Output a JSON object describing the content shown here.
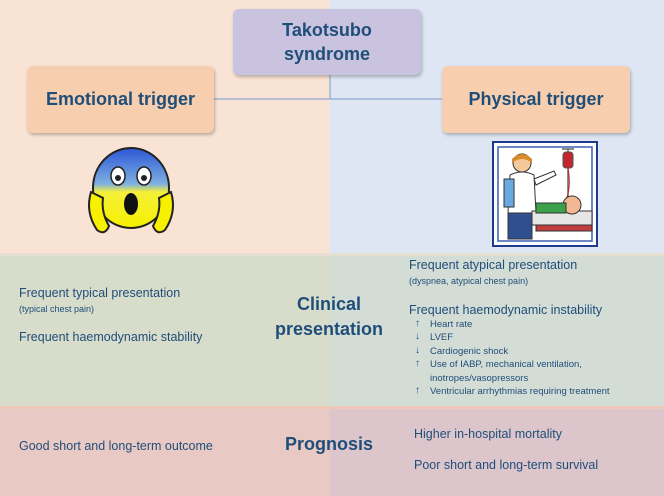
{
  "title": "Takotsubo syndrome",
  "triggers": {
    "emotional": "Emotional trigger",
    "physical": "Physical trigger"
  },
  "emotional_icon": "screaming-face-icon",
  "physical_icon": "nurse-patient-iv-icon",
  "clinical": {
    "label_line1": "Clinical",
    "label_line2": "presentation",
    "left": {
      "typical": "Frequent typical presentation",
      "typical_note": "(typical chest pain)",
      "stability": "Frequent haemodynamic stability"
    },
    "right": {
      "atypical": "Frequent atypical presentation",
      "atypical_note": "(dyspnea, atypical chest pain)",
      "instability": "Frequent haemodynamic instability",
      "items": [
        {
          "direction": "up",
          "text": "Heart rate"
        },
        {
          "direction": "down",
          "text": "LVEF"
        },
        {
          "direction": "down",
          "text": "Cardiogenic shock"
        },
        {
          "direction": "up",
          "text": "Use of IABP, mechanical ventilation,"
        },
        {
          "direction": "none",
          "text": "inotropes/vasopressors"
        },
        {
          "direction": "up",
          "text": "Ventricular arrhythmias requiring treatment"
        }
      ]
    }
  },
  "prognosis": {
    "label": "Prognosis",
    "left": "Good short and long-term outcome",
    "right1": "Higher in-hospital mortality",
    "right2": "Poor short and long-term survival"
  },
  "colors": {
    "text": "#1f4e79",
    "emotional_bg": "#f9e3d5",
    "physical_bg": "#dde6f2",
    "clinical_bg": "#d8dccb",
    "prognosis_bg": "#e8c9c4",
    "trigger_box": "#f8cfae",
    "title_box": "#c9c3e0"
  }
}
